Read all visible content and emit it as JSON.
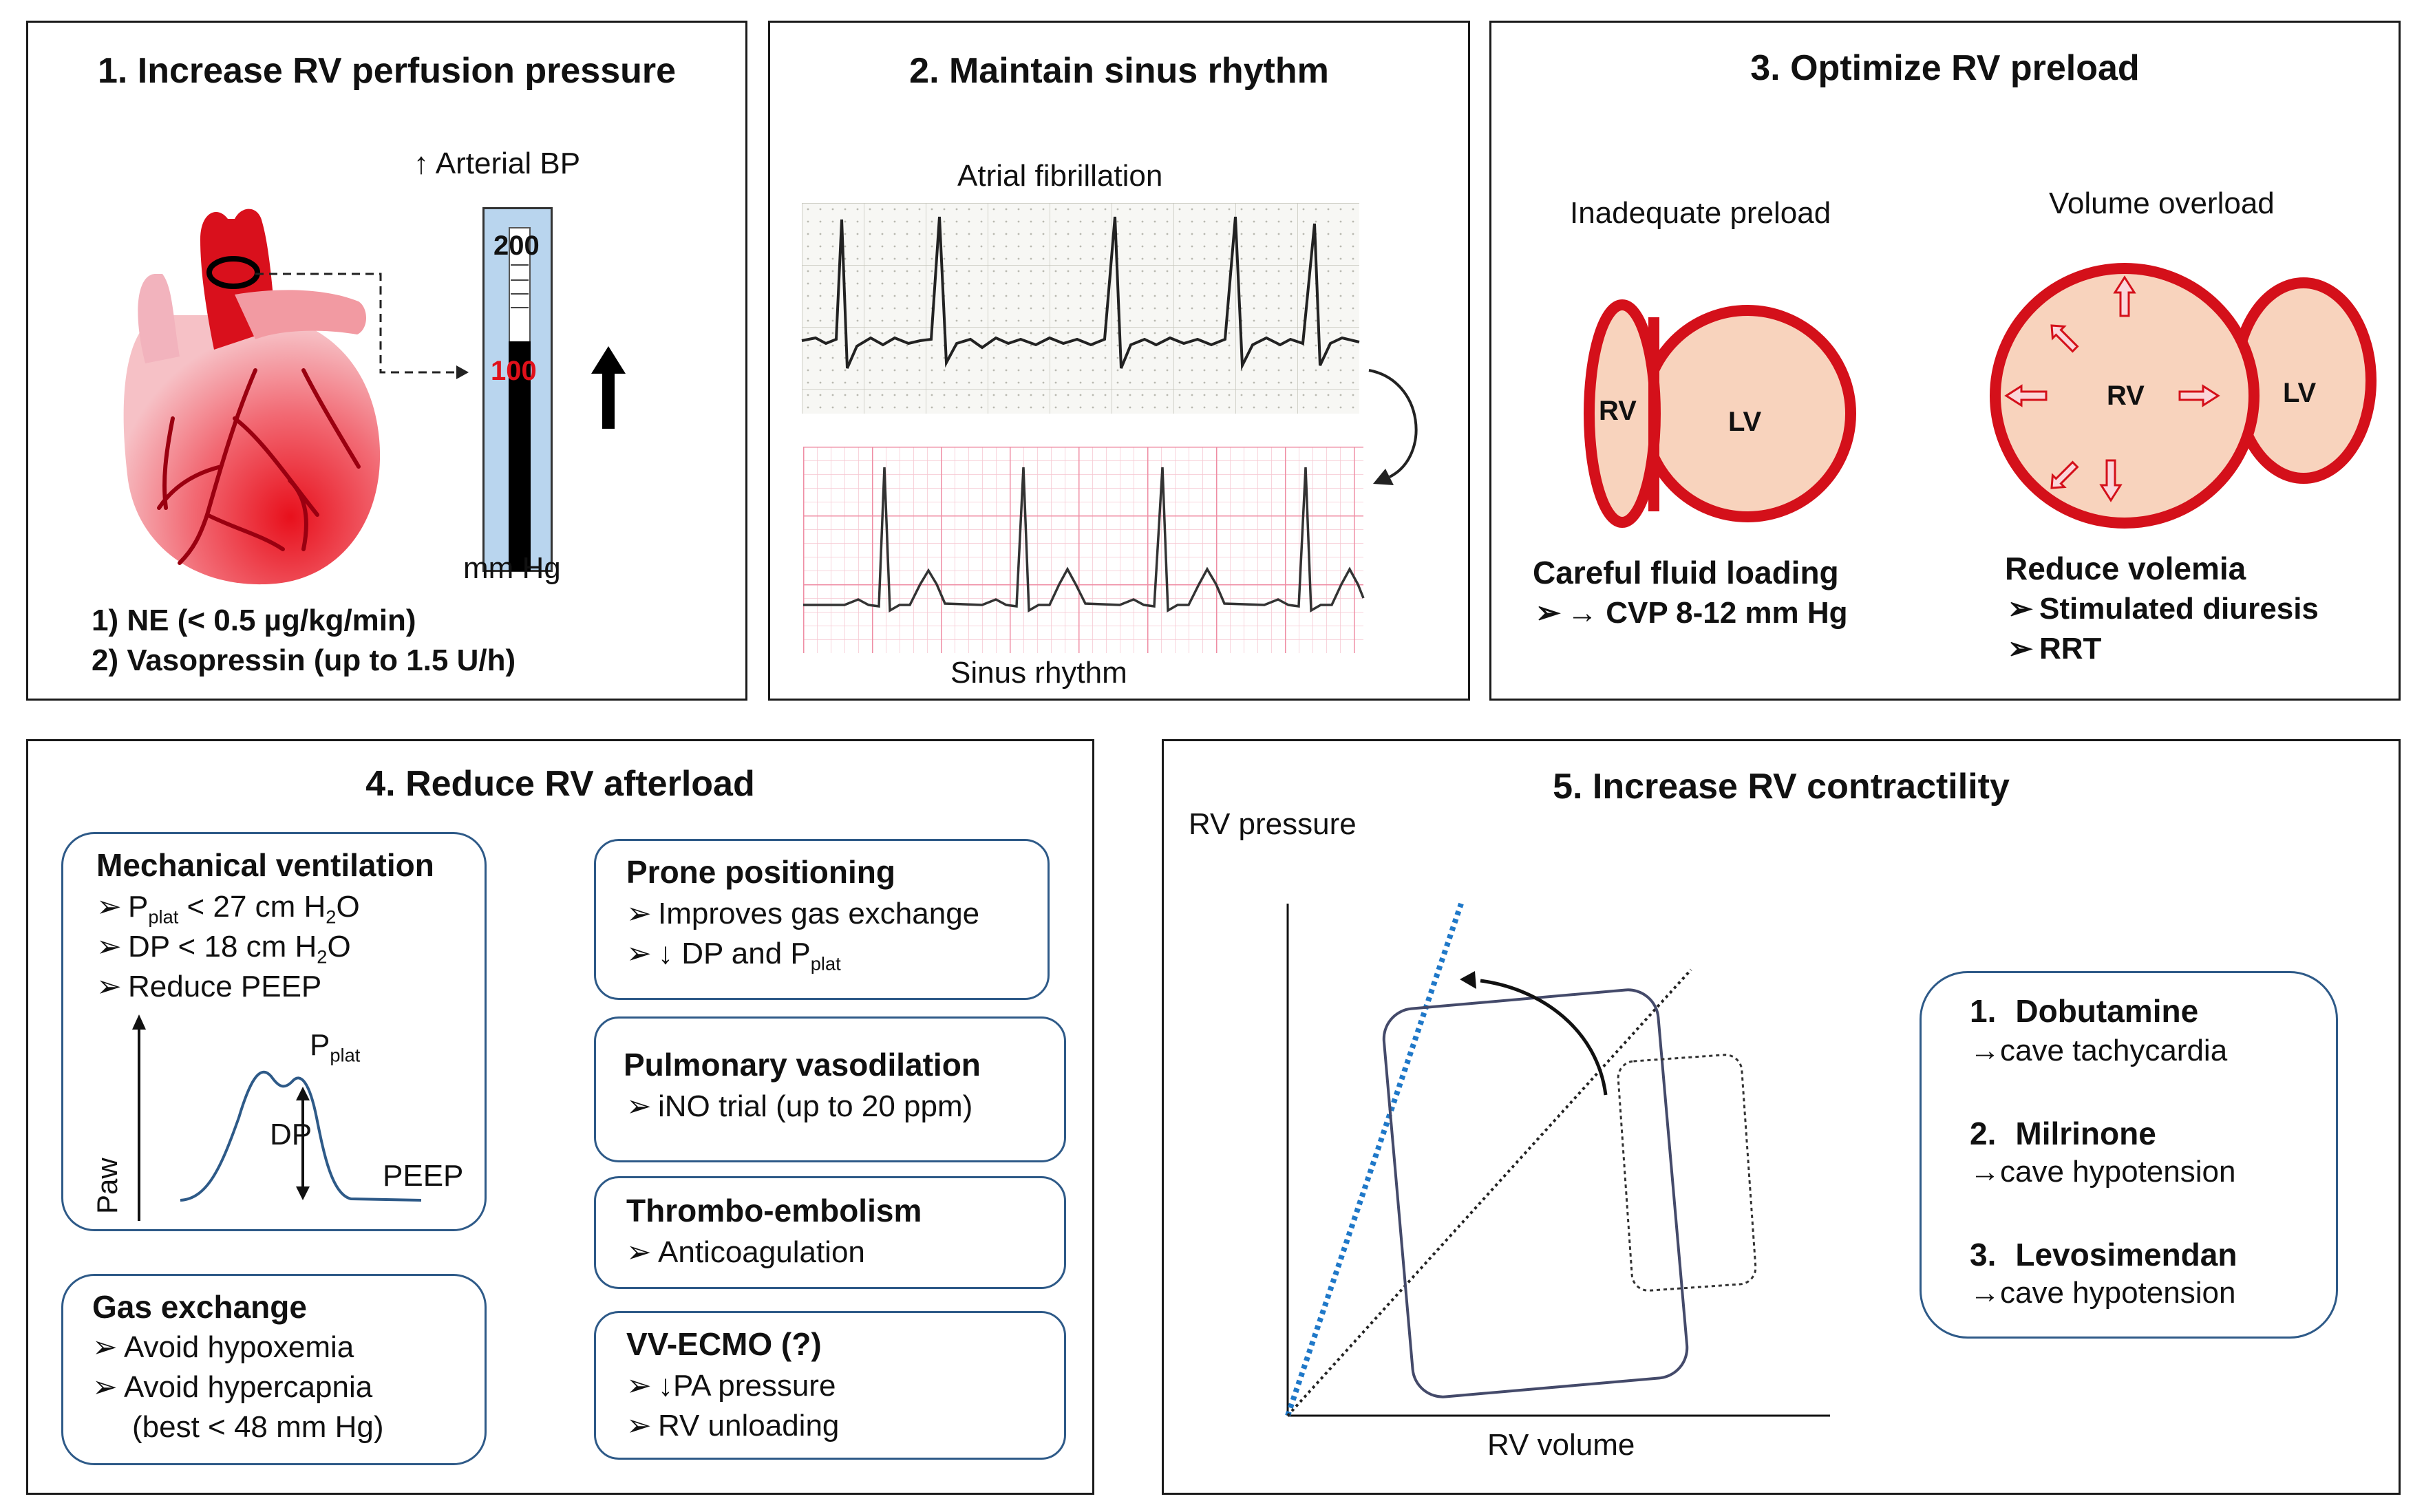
{
  "panel1": {
    "title": "1. Increase RV perfusion pressure",
    "gauge_label": "↑ Arterial BP",
    "tick_200": "200",
    "tick_100": "100",
    "unit": "mm Hg",
    "items": [
      "1) NE (< 0.5 µg/kg/min)",
      "2) Vasopressin (up to 1.5 U/h)"
    ]
  },
  "panel2": {
    "title": "2. Maintain sinus rhythm",
    "top_label": "Atrial fibrillation",
    "bottom_label": "Sinus rhythm"
  },
  "panel3": {
    "title": "3. Optimize RV preload",
    "left": {
      "caption": "Inadequate preload",
      "rv": "RV",
      "lv": "LV",
      "heading": "Careful fluid loading",
      "bullets": [
        "→ CVP 8-12 mm Hg"
      ]
    },
    "right": {
      "caption": "Volume overload",
      "rv": "RV",
      "lv": "LV",
      "heading": "Reduce volemia",
      "bullets": [
        "Stimulated diuresis",
        "RRT"
      ]
    }
  },
  "panel4": {
    "title": "4. Reduce RV afterload",
    "mech": {
      "heading": "Mechanical ventilation",
      "b1_pre": "P",
      "b1_sub": "plat",
      "b1_post_a": " < 27 cm H",
      "b1_sub2": "2",
      "b1_post_b": "O",
      "b2_pre": "DP < 18 cm H",
      "b2_sub": "2",
      "b2_post": "O",
      "b3": "Reduce PEEP",
      "graph_y": "Paw",
      "graph_pplat": "P",
      "graph_pplat_sub": "plat",
      "graph_dp": "DP",
      "graph_peep": "PEEP"
    },
    "gas": {
      "heading": "Gas exchange",
      "bullets": [
        "Avoid hypoxemia",
        "Avoid hypercapnia"
      ],
      "note": "(best < 48 mm Hg)"
    },
    "prone": {
      "heading": "Prone positioning",
      "b1": "Improves gas exchange",
      "b2_pre": "↓ DP and P",
      "b2_sub": "plat"
    },
    "pulm": {
      "heading": "Pulmonary vasodilation",
      "bullets": [
        "iNO trial (up to 20 ppm)"
      ]
    },
    "thrombo": {
      "heading": "Thrombo-embolism",
      "bullets": [
        "Anticoagulation"
      ]
    },
    "ecmo": {
      "heading": "VV-ECMO (?)",
      "bullets": [
        "↓PA pressure",
        "RV unloading"
      ]
    }
  },
  "panel5": {
    "title": "5. Increase RV contractility",
    "ylabel": "RV pressure",
    "xlabel": "RV volume",
    "drugs": [
      {
        "num": "1.",
        "name": "Dobutamine",
        "note": "→cave tachycardia"
      },
      {
        "num": "2.",
        "name": "Milrinone",
        "note": "→cave hypotension"
      },
      {
        "num": "3.",
        "name": "Levosimendan",
        "note": "→cave hypotension"
      }
    ]
  },
  "colors": {
    "red": "#d4101a",
    "heart_pink": "#f4a9ad",
    "rv_fill": "#f8d3bd",
    "gauge_fill": "#b9d5ee",
    "box_border": "#2e5a88",
    "dotted_blue": "#1f78c8"
  },
  "bullet_glyph": "➢"
}
